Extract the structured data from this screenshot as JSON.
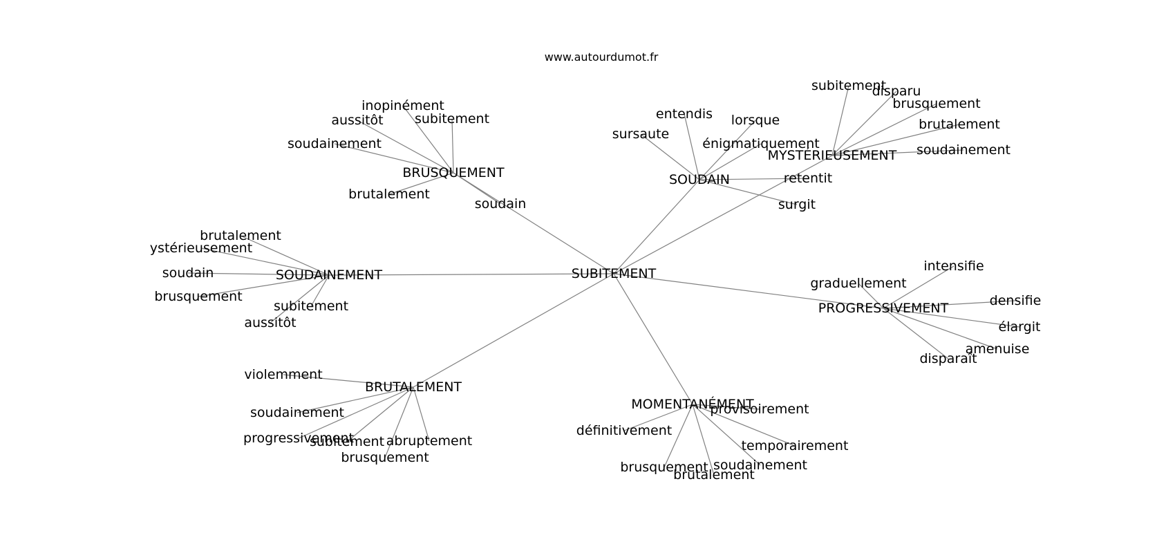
{
  "site": "www.autourdumot.fr",
  "nodes": [
    {
      "id": "root",
      "label": "SUBITEMENT"
    },
    {
      "id": "brusquement",
      "label": "BRUSQUEMENT"
    },
    {
      "id": "soudain",
      "label": "SOUDAIN"
    },
    {
      "id": "mysterieusement",
      "label": "MYSTÉRIEUSEMENT"
    },
    {
      "id": "soudainement",
      "label": "SOUDAINEMENT"
    },
    {
      "id": "progressivement",
      "label": "PROGRESSIVEMENT"
    },
    {
      "id": "brutalement",
      "label": "BRUTALEMENT"
    },
    {
      "id": "momentanement",
      "label": "MOMENTANÉMENT"
    },
    {
      "id": "b1",
      "label": "inopinément"
    },
    {
      "id": "b2",
      "label": "aussitôt"
    },
    {
      "id": "b3",
      "label": "subitement"
    },
    {
      "id": "b4",
      "label": "soudainement"
    },
    {
      "id": "b5",
      "label": "brutalement"
    },
    {
      "id": "b6",
      "label": "soudain"
    },
    {
      "id": "s1",
      "label": "entendis"
    },
    {
      "id": "s2",
      "label": "lorsque"
    },
    {
      "id": "s3",
      "label": "sursaute"
    },
    {
      "id": "s4",
      "label": "énigmatiquement"
    },
    {
      "id": "s5",
      "label": "retentit"
    },
    {
      "id": "s6",
      "label": "surgit"
    },
    {
      "id": "m1",
      "label": "subitement"
    },
    {
      "id": "m2",
      "label": "disparu"
    },
    {
      "id": "m3",
      "label": "brusquement"
    },
    {
      "id": "m4",
      "label": "brutalement"
    },
    {
      "id": "m5",
      "label": "soudainement"
    },
    {
      "id": "d1",
      "label": "brutalement"
    },
    {
      "id": "d2",
      "label": "ystérieusement"
    },
    {
      "id": "d3",
      "label": "soudain"
    },
    {
      "id": "d4",
      "label": "brusquement"
    },
    {
      "id": "d5",
      "label": "subitement"
    },
    {
      "id": "d6",
      "label": "aussitôt"
    },
    {
      "id": "p1",
      "label": "intensifie"
    },
    {
      "id": "p2",
      "label": "graduellement"
    },
    {
      "id": "p3",
      "label": "densifie"
    },
    {
      "id": "p4",
      "label": "élargit"
    },
    {
      "id": "p5",
      "label": "amenuise"
    },
    {
      "id": "p6",
      "label": "disparaît"
    },
    {
      "id": "t1",
      "label": "violemment"
    },
    {
      "id": "t2",
      "label": "soudainement"
    },
    {
      "id": "t3",
      "label": "progressivement"
    },
    {
      "id": "t4",
      "label": "subitement"
    },
    {
      "id": "t5",
      "label": "abruptement"
    },
    {
      "id": "t6",
      "label": "brusquement"
    },
    {
      "id": "o1",
      "label": "provisoirement"
    },
    {
      "id": "o2",
      "label": "définitivement"
    },
    {
      "id": "o3",
      "label": "temporairement"
    },
    {
      "id": "o4",
      "label": "brusquement"
    },
    {
      "id": "o5",
      "label": "soudainement"
    },
    {
      "id": "o6",
      "label": "brutalement"
    }
  ],
  "edges": [
    [
      "root",
      "brusquement"
    ],
    [
      "root",
      "soudain"
    ],
    [
      "root",
      "mysterieusement"
    ],
    [
      "root",
      "soudainement"
    ],
    [
      "root",
      "progressivement"
    ],
    [
      "root",
      "brutalement"
    ],
    [
      "root",
      "momentanement"
    ],
    [
      "brusquement",
      "b1"
    ],
    [
      "brusquement",
      "b2"
    ],
    [
      "brusquement",
      "b3"
    ],
    [
      "brusquement",
      "b4"
    ],
    [
      "brusquement",
      "b5"
    ],
    [
      "brusquement",
      "b6"
    ],
    [
      "soudain",
      "s1"
    ],
    [
      "soudain",
      "s2"
    ],
    [
      "soudain",
      "s3"
    ],
    [
      "soudain",
      "s4"
    ],
    [
      "soudain",
      "s5"
    ],
    [
      "soudain",
      "s6"
    ],
    [
      "mysterieusement",
      "m1"
    ],
    [
      "mysterieusement",
      "m2"
    ],
    [
      "mysterieusement",
      "m3"
    ],
    [
      "mysterieusement",
      "m4"
    ],
    [
      "mysterieusement",
      "m5"
    ],
    [
      "soudainement",
      "d1"
    ],
    [
      "soudainement",
      "d2"
    ],
    [
      "soudainement",
      "d3"
    ],
    [
      "soudainement",
      "d4"
    ],
    [
      "soudainement",
      "d5"
    ],
    [
      "soudainement",
      "d6"
    ],
    [
      "progressivement",
      "p1"
    ],
    [
      "progressivement",
      "p2"
    ],
    [
      "progressivement",
      "p3"
    ],
    [
      "progressivement",
      "p4"
    ],
    [
      "progressivement",
      "p5"
    ],
    [
      "progressivement",
      "p6"
    ],
    [
      "brutalement",
      "t1"
    ],
    [
      "brutalement",
      "t2"
    ],
    [
      "brutalement",
      "t3"
    ],
    [
      "brutalement",
      "t4"
    ],
    [
      "brutalement",
      "t5"
    ],
    [
      "brutalement",
      "t6"
    ],
    [
      "momentanement",
      "o1"
    ],
    [
      "momentanement",
      "o2"
    ],
    [
      "momentanement",
      "o3"
    ],
    [
      "momentanement",
      "o4"
    ],
    [
      "momentanement",
      "o5"
    ],
    [
      "momentanement",
      "o6"
    ]
  ]
}
